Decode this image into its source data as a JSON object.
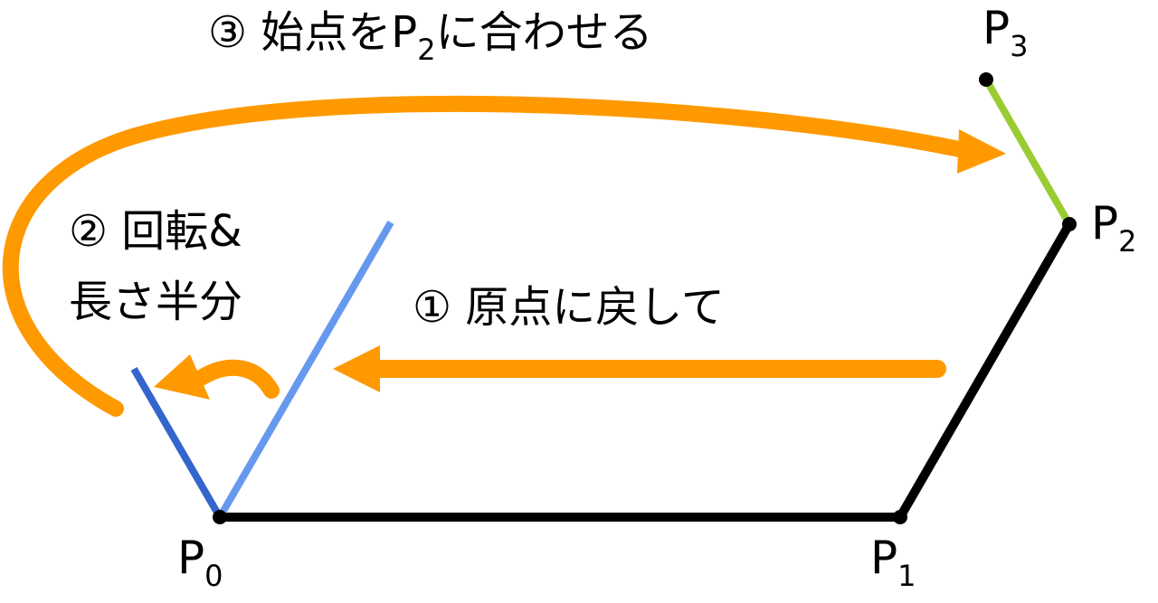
{
  "points": {
    "p0": {
      "base": "P",
      "sub": "0"
    },
    "p1": {
      "base": "P",
      "sub": "1"
    },
    "p2": {
      "base": "P",
      "sub": "2"
    },
    "p3": {
      "base": "P",
      "sub": "3"
    }
  },
  "steps": {
    "step1": {
      "text": "① 原点に戻して"
    },
    "step2": {
      "line1": "② 回転&",
      "line2": "長さ半分"
    },
    "step3": {
      "pre": "③ 始点を",
      "p": "P",
      "sub": "2",
      "post": "に合わせる"
    }
  },
  "colors": {
    "polyline": "#000000",
    "arrow": "#ff9900",
    "original_vector": "#6699ee",
    "rotated_vector": "#3366cc",
    "result_vector": "#99cc33"
  }
}
